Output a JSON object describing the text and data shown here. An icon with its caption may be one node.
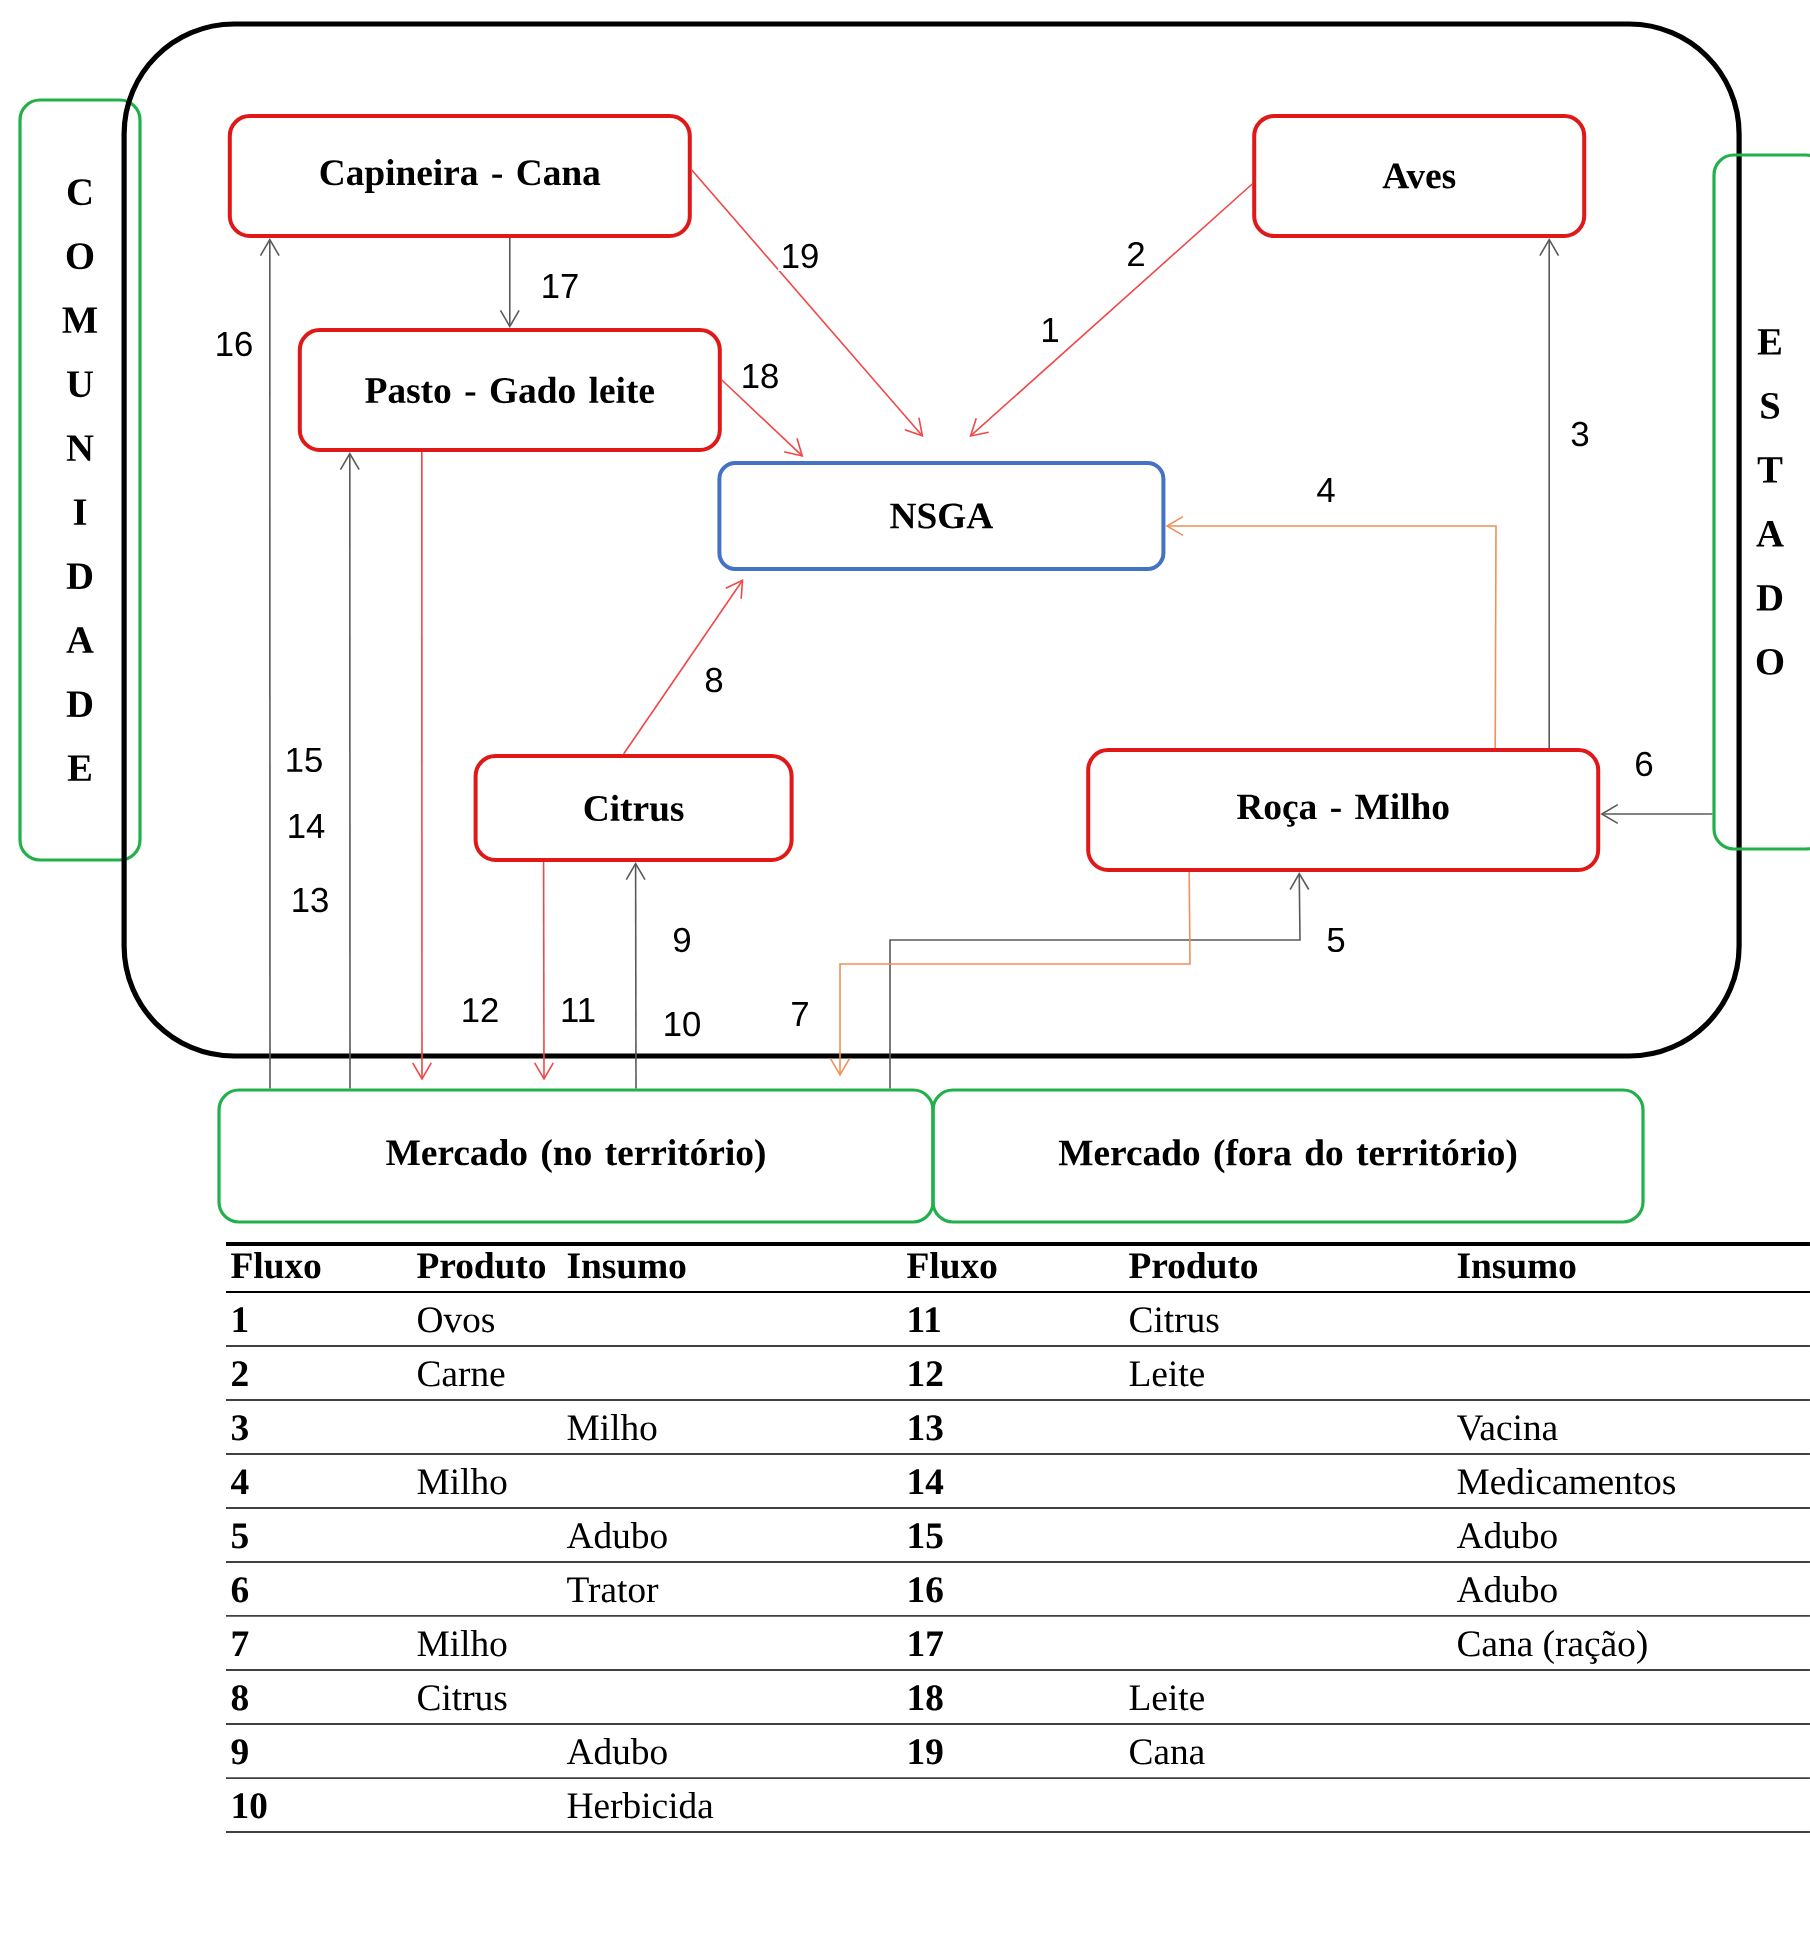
{
  "diagram": {
    "nodes": [
      {
        "text": [
          "COMUNIDADE"
        ]
      },
      {
        "text": [],
        "shape": "box"
      },
      {
        "text": [
          "Capineira - Cana"
        ],
        "in": 1
      },
      {
        "text": [
          "Aves"
        ],
        "in": 1
      },
      {
        "text": [
          "Pasto - Gado leite"
        ],
        "in": 1
      },
      {
        "text": [
          "NSGA"
        ],
        "in": 1
      },
      {
        "text": [
          "Citrus"
        ],
        "in": 1
      },
      {
        "text": [
          "Roça - Milho"
        ],
        "in": 1
      },
      {
        "text": [
          "ESTADO"
        ]
      },
      {
        "text": [
          "Mercado (no território)"
        ]
      },
      {
        "text": [
          "Mercado (fora do território)"
        ]
      }
    ],
    "edges": [
      {
        "from": 3,
        "to": 5,
        "arrow": "to",
        "label": "1",
        "color": "#f04848"
      },
      {
        "from": 7,
        "to": 3,
        "arrow": "to",
        "label": "3"
      },
      {
        "from": 7,
        "to": 5,
        "arrow": "to",
        "label": "4",
        "color": "#f0905a"
      },
      {
        "from": 9,
        "to": 7,
        "arrow": "to",
        "label": "5"
      },
      {
        "from": 8,
        "to": 7,
        "arrow": "to",
        "label": "6"
      },
      {
        "from": 7,
        "to": 9,
        "arrow": "to",
        "label": "7",
        "color": "#f0905a"
      },
      {
        "from": 6,
        "to": 5,
        "arrow": "to",
        "label": "8",
        "color": "#f04848"
      },
      {
        "from": 9,
        "to": 6,
        "arrow": "to",
        "label": "9"
      },
      {
        "from": 6,
        "to": 9,
        "arrow": "to",
        "label": "11",
        "color": "#f04848"
      },
      {
        "from": 4,
        "to": 9,
        "arrow": "to",
        "label": "12",
        "color": "#f04848"
      },
      {
        "from": 9,
        "to": 4,
        "arrow": "to",
        "label": "15"
      },
      {
        "from": 9,
        "to": 2,
        "arrow": "to",
        "label": "16"
      },
      {
        "from": 2,
        "to": 4,
        "arrow": "to",
        "label": "17"
      },
      {
        "from": 4,
        "to": 5,
        "arrow": "to",
        "label": "18",
        "color": "#f04848"
      },
      {
        "from": 2,
        "to": 5,
        "arrow": "to",
        "label": "19",
        "color": "#f04848"
      }
    ],
    "labels": [
      "2",
      "14",
      "13",
      "10",
      "Fluxo",
      "Produto",
      "Insumo",
      "Fluxo",
      "Produto",
      "Insumo",
      "1",
      "Ovos",
      "11",
      "Citrus",
      "2",
      "Carne",
      "12",
      "Leite",
      "3",
      "Milho",
      "13",
      "Vacina",
      "4",
      "Milho",
      "14",
      "Medicamentos",
      "5",
      "Adubo",
      "15",
      "Adubo",
      "6",
      "Trator",
      "16",
      "Adubo",
      "7",
      "Milho",
      "17",
      "Cana (ração)",
      "8",
      "Citrus",
      "18",
      "Leite",
      "9",
      "Adubo",
      "19",
      "Cana",
      "10",
      "Herbicida"
    ]
  }
}
